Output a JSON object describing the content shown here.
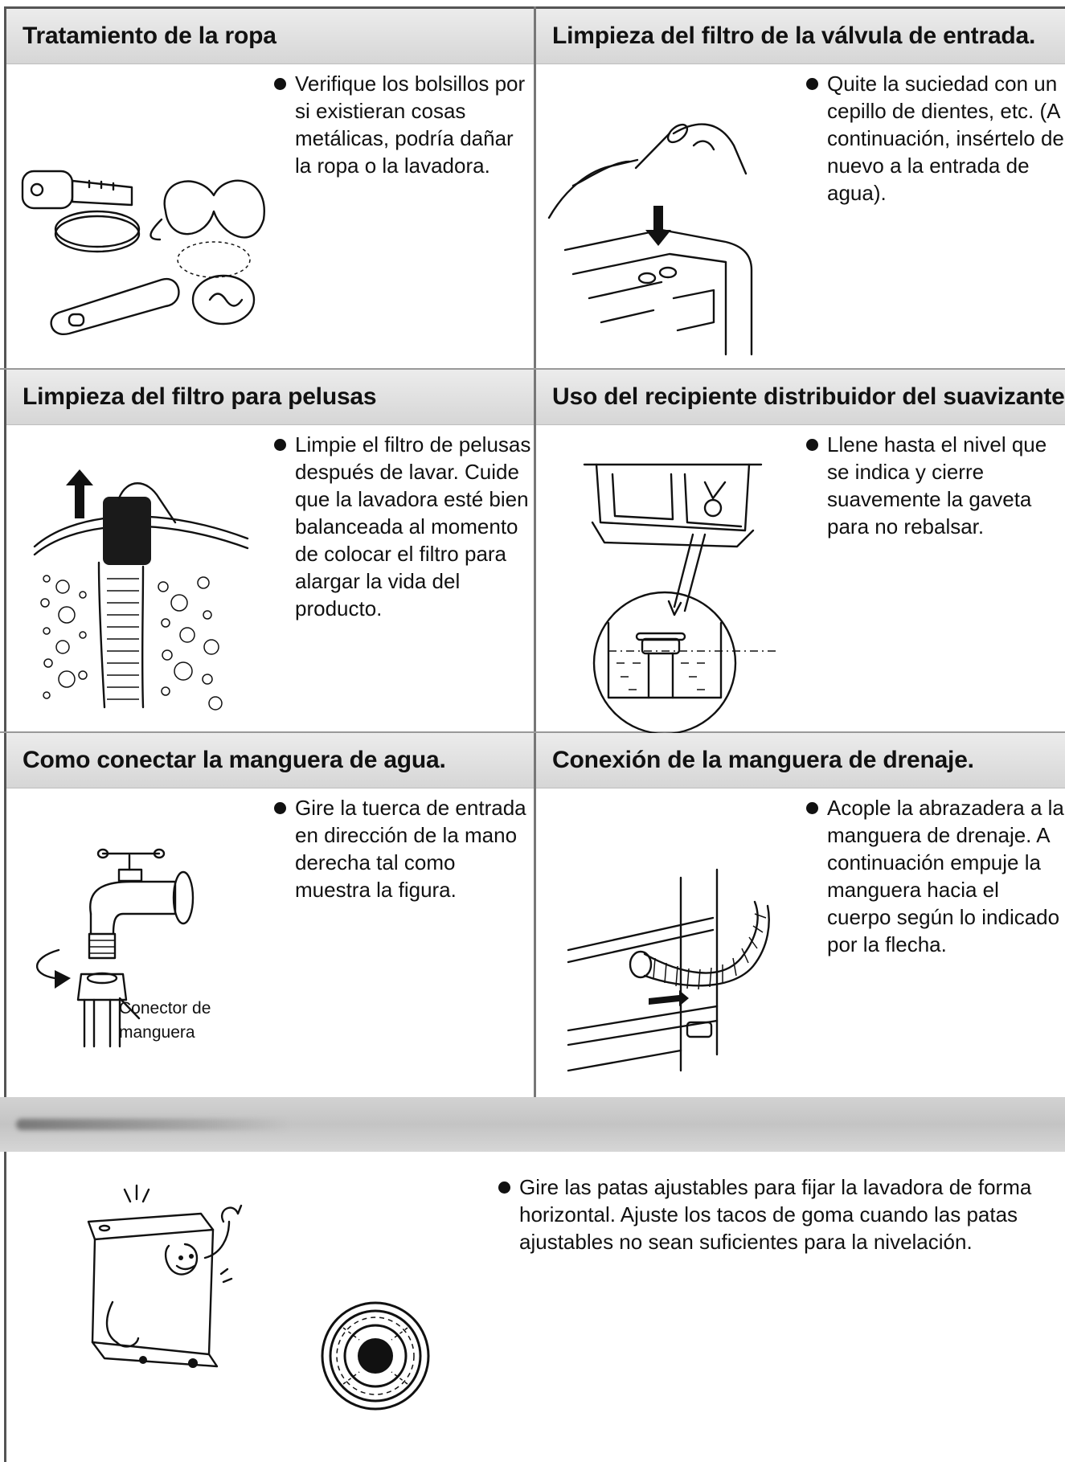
{
  "sections": [
    {
      "title": "Tratamiento de la ropa",
      "text": "Verifique los bolsillos por si existieran cosas metálicas, podría dañar la ropa o la lavadora."
    },
    {
      "title": "Limpieza del filtro de la válvula de entrada.",
      "text": "Quite la suciedad con un cepillo de dientes, etc. (A continuación, insértelo de nuevo a la entrada de agua)."
    },
    {
      "title": "Limpieza del filtro para pelusas",
      "text": "Limpie el filtro de pelusas después de lavar. Cuide que la lavadora esté bien balanceada al momento de colocar el filtro para alargar la vida del producto."
    },
    {
      "title": "Uso del recipiente distribuidor del suavizante.",
      "text": "Llene hasta el nivel que se indica y cierre suavemente la gaveta para no rebalsar."
    },
    {
      "title": "Como conectar la manguera de agua.",
      "text": "Gire la tuerca de entrada en dirección de la mano derecha tal como muestra la figura.",
      "figure_label_line1": "Conector de",
      "figure_label_line2": "manguera"
    },
    {
      "title": "Conexión de la manguera de drenaje.",
      "text": "Acople la abrazadera a la manguera de drenaje. A continuación empuje la manguera hacia el cuerpo según lo indicado por la flecha."
    }
  ],
  "leveling": {
    "text": "Gire las patas ajustables para fijar la lavadora de forma horizontal. Ajuste los tacos de goma cuando las patas ajustables no sean suficientes para la nivelación."
  }
}
